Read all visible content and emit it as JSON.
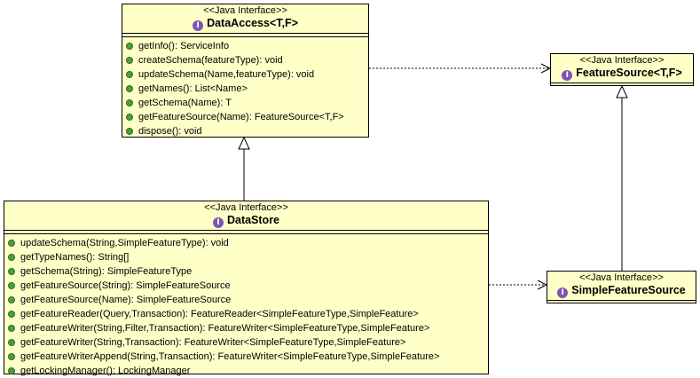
{
  "classes": {
    "data_access": {
      "stereotype": "<<Java Interface>>",
      "name": "DataAccess<T,F>",
      "icon": "interface-icon",
      "operations": [
        "getInfo(): ServiceInfo",
        "createSchema(featureType): void",
        "updateSchema(Name,featureType): void",
        "getNames(): List<Name>",
        "getSchema(Name): T",
        "getFeatureSource(Name): FeatureSource<T,F>",
        "dispose(): void"
      ]
    },
    "feature_source": {
      "stereotype": "<<Java Interface>>",
      "name": "FeatureSource<T,F>",
      "icon": "interface-icon",
      "operations": []
    },
    "data_store": {
      "stereotype": "<<Java Interface>>",
      "name": "DataStore",
      "icon": "interface-icon",
      "operations": [
        "updateSchema(String,SimpleFeatureType): void",
        "getTypeNames(): String[]",
        "getSchema(String): SimpleFeatureType",
        "getFeatureSource(String): SimpleFeatureSource",
        "getFeatureSource(Name): SimpleFeatureSource",
        "getFeatureReader(Query,Transaction): FeatureReader<SimpleFeatureType,SimpleFeature>",
        "getFeatureWriter(String,Filter,Transaction): FeatureWriter<SimpleFeatureType,SimpleFeature>",
        "getFeatureWriter(String,Transaction): FeatureWriter<SimpleFeatureType,SimpleFeature>",
        "getFeatureWriterAppend(String,Transaction): FeatureWriter<SimpleFeatureType,SimpleFeature>",
        "getLockingManager(): LockingManager"
      ]
    },
    "simple_feature_source": {
      "stereotype": "<<Java Interface>>",
      "name": "SimpleFeatureSource",
      "icon": "interface-icon",
      "operations": []
    }
  },
  "relations": [
    {
      "type": "generalization",
      "from": "DataStore",
      "to": "DataAccess<T,F>"
    },
    {
      "type": "generalization",
      "from": "SimpleFeatureSource",
      "to": "FeatureSource<T,F>"
    },
    {
      "type": "dependency",
      "from": "DataAccess<T,F>",
      "to": "FeatureSource<T,F>"
    },
    {
      "type": "dependency",
      "from": "DataStore",
      "to": "SimpleFeatureSource"
    }
  ],
  "colors": {
    "box_fill": "#ffffc8",
    "interface_icon": "#7e54b8",
    "operation_dot": "#49a03e"
  }
}
